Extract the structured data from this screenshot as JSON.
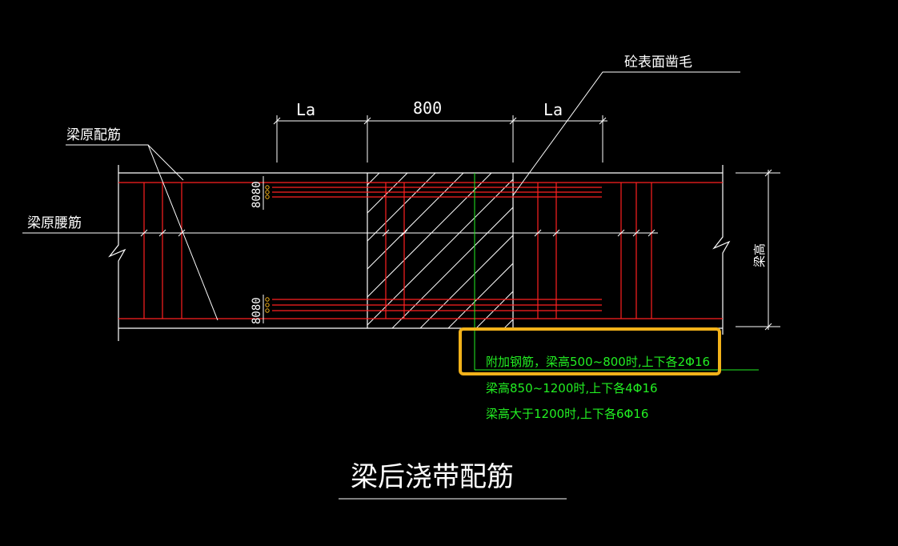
{
  "colors": {
    "background": "#000000",
    "outline": "#ffffff",
    "rebar": "#ff2020",
    "note_text": "#22ee22",
    "marker": "#ffffff",
    "highlight": "#f2b21a",
    "hatch": "#ffffff"
  },
  "dimensions": {
    "left_la": "La",
    "middle": "800",
    "right_la": "La",
    "beam_height": "梁高"
  },
  "labels": {
    "beam_original_rebar": "梁原配筋",
    "beam_waist_rebar": "梁原腰筋",
    "surface_roughening": "砼表面凿毛",
    "spacing_top": "8080",
    "spacing_bottom": "8080"
  },
  "notes": {
    "line1": "附加钢筋，梁高500~800时,上下各2Φ16",
    "line2": "梁高850~1200时,上下各4Φ16",
    "line3": "梁高大于1200时,上下各6Φ16"
  },
  "title": "梁后浇带配筋"
}
